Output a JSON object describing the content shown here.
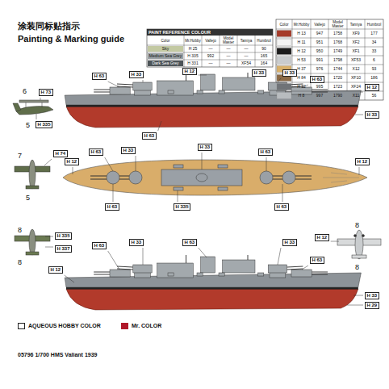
{
  "diagram": {
    "title": "Painting & Marking guide",
    "caption": "05796 1/700 HMS Valiant 1939",
    "labels": [
      "涂装同标贴指示",
      "PAINT REFERENCE COLOUR",
      "Color",
      "Mr.Hobby",
      "Vallejo",
      "Model Master",
      "Tamiya",
      "Humbrol",
      "Sky",
      "H 25",
      "—",
      "—",
      "—",
      "90",
      "Medium Sea Grey",
      "H 335",
      "992",
      "—",
      "—",
      "165",
      "Dark Sea Grey",
      "H 331",
      "—",
      "—",
      "XF54",
      "164",
      "Color",
      "Mr.Hobby",
      "Vallejo",
      "Model Master",
      "Tamiya",
      "Humbrol",
      "H 13",
      "947",
      "1758",
      "XF9",
      "177",
      "H 11",
      "951",
      "1768",
      "XF2",
      "34",
      "H 12",
      "950",
      "1749",
      "XF1",
      "33",
      "H 53",
      "991",
      "1798",
      "XF53",
      "6",
      "H 37",
      "976",
      "1744",
      "X12",
      "93",
      "H 84",
      "984",
      "1720",
      "XF10",
      "186",
      "H 32",
      "995",
      "1723",
      "XF24",
      "127",
      "H 8",
      "997",
      "1790",
      "X11",
      "56",
      "H 33",
      "H 63",
      "H 33",
      "H 63",
      "H 12",
      "H 33",
      "H 63",
      "H 12",
      "H 33",
      "H 63",
      "H 33",
      "H 33",
      "H 63",
      "H 12",
      "H 12",
      "H 63",
      "H 335",
      "H 63",
      "H 33",
      "H 63",
      "H 63",
      "H 33",
      "H 63",
      "H 12",
      "H 33",
      "H 29",
      "H 73",
      "H 335",
      "H 74",
      "H 335",
      "H 337",
      "H 12",
      "6",
      "5",
      "7",
      "5",
      "8",
      "8",
      "8",
      "8"
    ],
    "legend": [
      {
        "text": "AQUEOUS HOBBY COLOR"
      },
      {
        "text": "Mr. COLOR",
        "color": "#b0182a"
      }
    ]
  }
}
